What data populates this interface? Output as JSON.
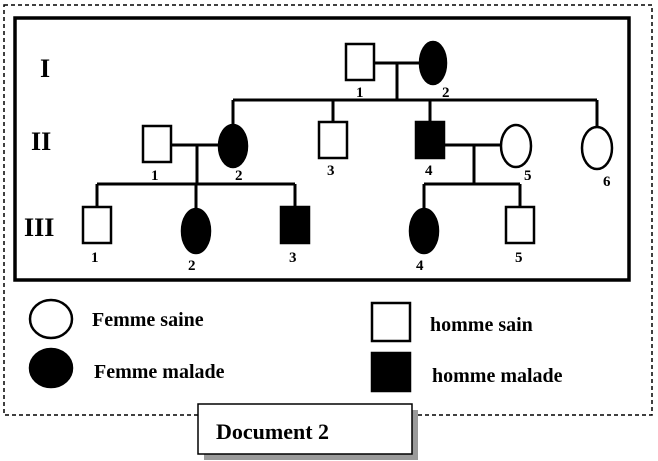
{
  "generations": [
    "I",
    "II",
    "III"
  ],
  "individuals": {
    "I": [
      {
        "num": "1",
        "sex": "male",
        "affected": false
      },
      {
        "num": "2",
        "sex": "female",
        "affected": true
      }
    ],
    "II": [
      {
        "num": "1",
        "sex": "male",
        "affected": false
      },
      {
        "num": "2",
        "sex": "female",
        "affected": true
      },
      {
        "num": "3",
        "sex": "male",
        "affected": false
      },
      {
        "num": "4",
        "sex": "male",
        "affected": true
      },
      {
        "num": "5",
        "sex": "female",
        "affected": false
      },
      {
        "num": "6",
        "sex": "female",
        "affected": false
      }
    ],
    "III": [
      {
        "num": "1",
        "sex": "male",
        "affected": false
      },
      {
        "num": "2",
        "sex": "female",
        "affected": true
      },
      {
        "num": "3",
        "sex": "male",
        "affected": true
      },
      {
        "num": "4",
        "sex": "female",
        "affected": true
      },
      {
        "num": "5",
        "sex": "male",
        "affected": false
      }
    ]
  },
  "legend": {
    "healthy_female": "Femme saine",
    "affected_female": "Femme malade",
    "healthy_male": "homme sain",
    "affected_male": "homme malade"
  },
  "caption": "Document 2"
}
